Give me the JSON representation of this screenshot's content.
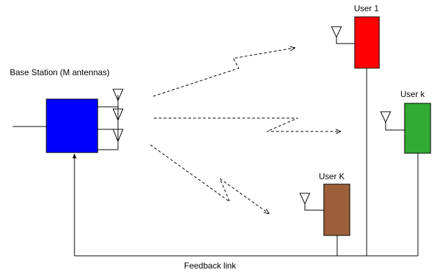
{
  "labels": {
    "base_station": "Base Station (M antennas)",
    "user_1": "User 1",
    "user_k_lower": "User k",
    "user_K_upper": "User K",
    "feedback": "Feedback link"
  },
  "colors": {
    "base_station": "#0000ff",
    "user_1": "#ff0000",
    "user_k_lower": "#33aa33",
    "user_K_upper": "#9c5f3a",
    "line": "#000000"
  },
  "icons": {
    "antenna": "antenna-icon",
    "signal": "dashed-zigzag-arrow"
  }
}
